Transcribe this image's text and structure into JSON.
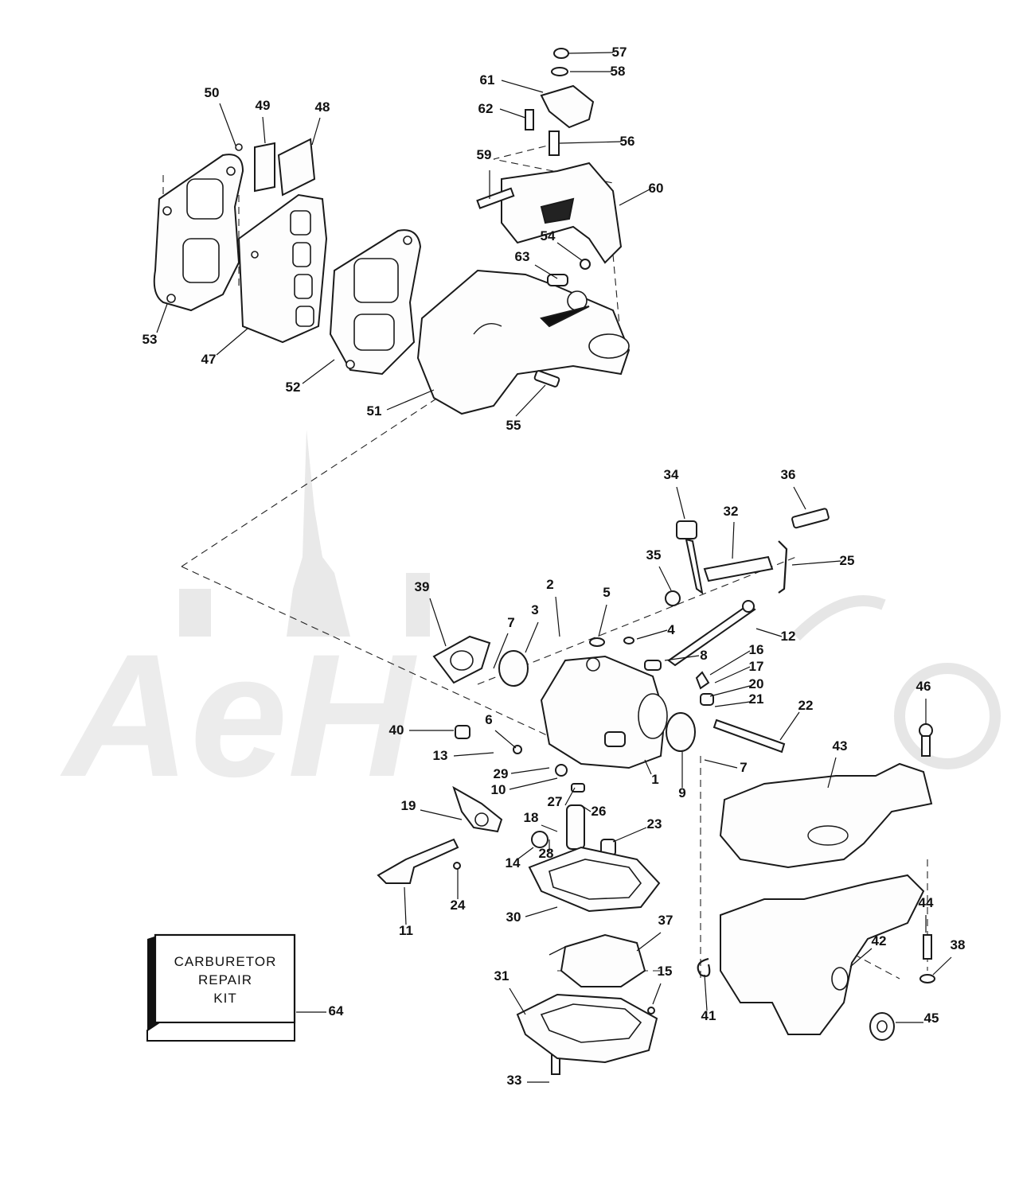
{
  "kit": {
    "line1": "CARBURETOR",
    "line2": "REPAIR",
    "line3": "KIT"
  },
  "watermark": "AeH",
  "callouts": [
    {
      "id": "57",
      "t": "57"
    },
    {
      "id": "58",
      "t": "58"
    },
    {
      "id": "61",
      "t": "61"
    },
    {
      "id": "62",
      "t": "62"
    },
    {
      "id": "56",
      "t": "56"
    },
    {
      "id": "59",
      "t": "59"
    },
    {
      "id": "60",
      "t": "60"
    },
    {
      "id": "54",
      "t": "54"
    },
    {
      "id": "63",
      "t": "63"
    },
    {
      "id": "50",
      "t": "50"
    },
    {
      "id": "49",
      "t": "49"
    },
    {
      "id": "48",
      "t": "48"
    },
    {
      "id": "53",
      "t": "53"
    },
    {
      "id": "47",
      "t": "47"
    },
    {
      "id": "52",
      "t": "52"
    },
    {
      "id": "51",
      "t": "51"
    },
    {
      "id": "55",
      "t": "55"
    },
    {
      "id": "34",
      "t": "34"
    },
    {
      "id": "36",
      "t": "36"
    },
    {
      "id": "32",
      "t": "32"
    },
    {
      "id": "25",
      "t": "25"
    },
    {
      "id": "35",
      "t": "35"
    },
    {
      "id": "39",
      "t": "39"
    },
    {
      "id": "2",
      "t": "2"
    },
    {
      "id": "5",
      "t": "5"
    },
    {
      "id": "3",
      "t": "3"
    },
    {
      "id": "7a",
      "t": "7"
    },
    {
      "id": "4",
      "t": "4"
    },
    {
      "id": "12",
      "t": "12"
    },
    {
      "id": "8",
      "t": "8"
    },
    {
      "id": "16",
      "t": "16"
    },
    {
      "id": "17",
      "t": "17"
    },
    {
      "id": "20",
      "t": "20"
    },
    {
      "id": "21",
      "t": "21"
    },
    {
      "id": "22",
      "t": "22"
    },
    {
      "id": "46",
      "t": "46"
    },
    {
      "id": "40",
      "t": "40"
    },
    {
      "id": "6",
      "t": "6"
    },
    {
      "id": "13",
      "t": "13"
    },
    {
      "id": "29",
      "t": "29"
    },
    {
      "id": "10",
      "t": "10"
    },
    {
      "id": "1",
      "t": "1"
    },
    {
      "id": "9",
      "t": "9"
    },
    {
      "id": "7b",
      "t": "7"
    },
    {
      "id": "43",
      "t": "43"
    },
    {
      "id": "19",
      "t": "19"
    },
    {
      "id": "27",
      "t": "27"
    },
    {
      "id": "26",
      "t": "26"
    },
    {
      "id": "18",
      "t": "18"
    },
    {
      "id": "23",
      "t": "23"
    },
    {
      "id": "14",
      "t": "14"
    },
    {
      "id": "28",
      "t": "28"
    },
    {
      "id": "24",
      "t": "24"
    },
    {
      "id": "11",
      "t": "11"
    },
    {
      "id": "30",
      "t": "30"
    },
    {
      "id": "37",
      "t": "37"
    },
    {
      "id": "44",
      "t": "44"
    },
    {
      "id": "38",
      "t": "38"
    },
    {
      "id": "42",
      "t": "42"
    },
    {
      "id": "15",
      "t": "15"
    },
    {
      "id": "31",
      "t": "31"
    },
    {
      "id": "64",
      "t": "64"
    },
    {
      "id": "41",
      "t": "41"
    },
    {
      "id": "45",
      "t": "45"
    },
    {
      "id": "33",
      "t": "33"
    }
  ]
}
